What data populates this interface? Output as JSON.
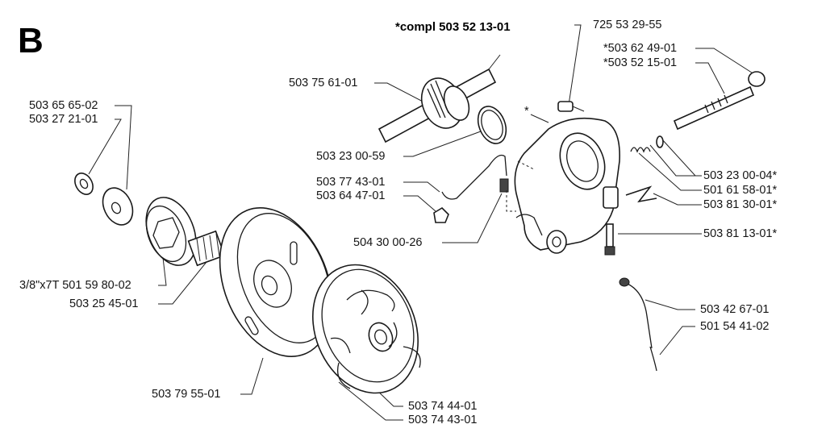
{
  "section_letter": "B",
  "assembly_title": "*compl 503 52 13-01",
  "parts": {
    "p1": "503 65 65-02",
    "p2": "503 27 21-01",
    "p3": "503 75 61-01",
    "p4": "503 23 00-59",
    "p5": "503 77 43-01",
    "p6": "503 64 47-01",
    "p7": "504 30 00-26",
    "p8": "3/8\"x7T 501 59 80-02",
    "p9": "503 25 45-01",
    "p10": "503 79 55-01",
    "p11": "503 74 44-01",
    "p12": "503 74 43-01",
    "p13": "725 53 29-55",
    "p14": "*503 62 49-01",
    "p15": "*503 52 15-01",
    "p16": "503 23 00-04*",
    "p17": "501 61 58-01*",
    "p18": "503 81 30-01*",
    "p19": "503 81 13-01*",
    "p20": "503 42 67-01",
    "p21": "501 54 41-02",
    "star": "*"
  }
}
